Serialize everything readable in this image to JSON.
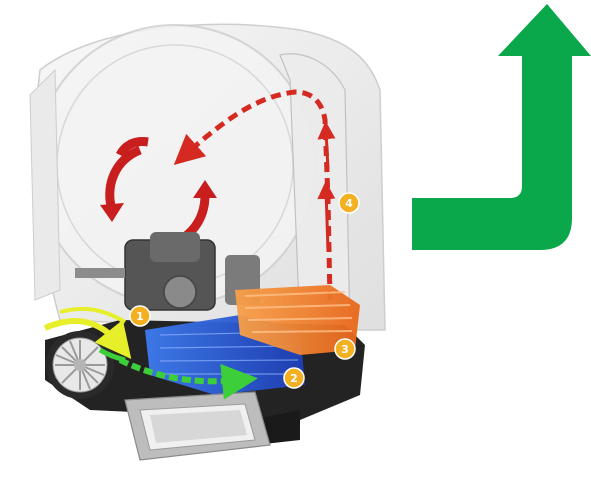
{
  "badges": [
    {
      "label": "1",
      "color": "#f3b021"
    },
    {
      "label": "2",
      "color": "#f3b021"
    },
    {
      "label": "3",
      "color": "#f3b021"
    },
    {
      "label": "4",
      "color": "#f3b021"
    }
  ],
  "colors": {
    "big_arrow": "#0aa84a",
    "drum_air_arrow": "#c81e1e",
    "hot_air_arrow": "#d42a22",
    "intake_arrow": "#e6ef2a",
    "cold_coil": "#2f5fe6",
    "hot_coil": "#f27a22",
    "flow_green": "#3ccf3a",
    "housing": "#232323"
  },
  "icons": {
    "big_arrow": "green-up-return-arrow-icon",
    "drum": "drum-icon",
    "fan": "fan-icon",
    "compressor": "compressor-icon"
  }
}
